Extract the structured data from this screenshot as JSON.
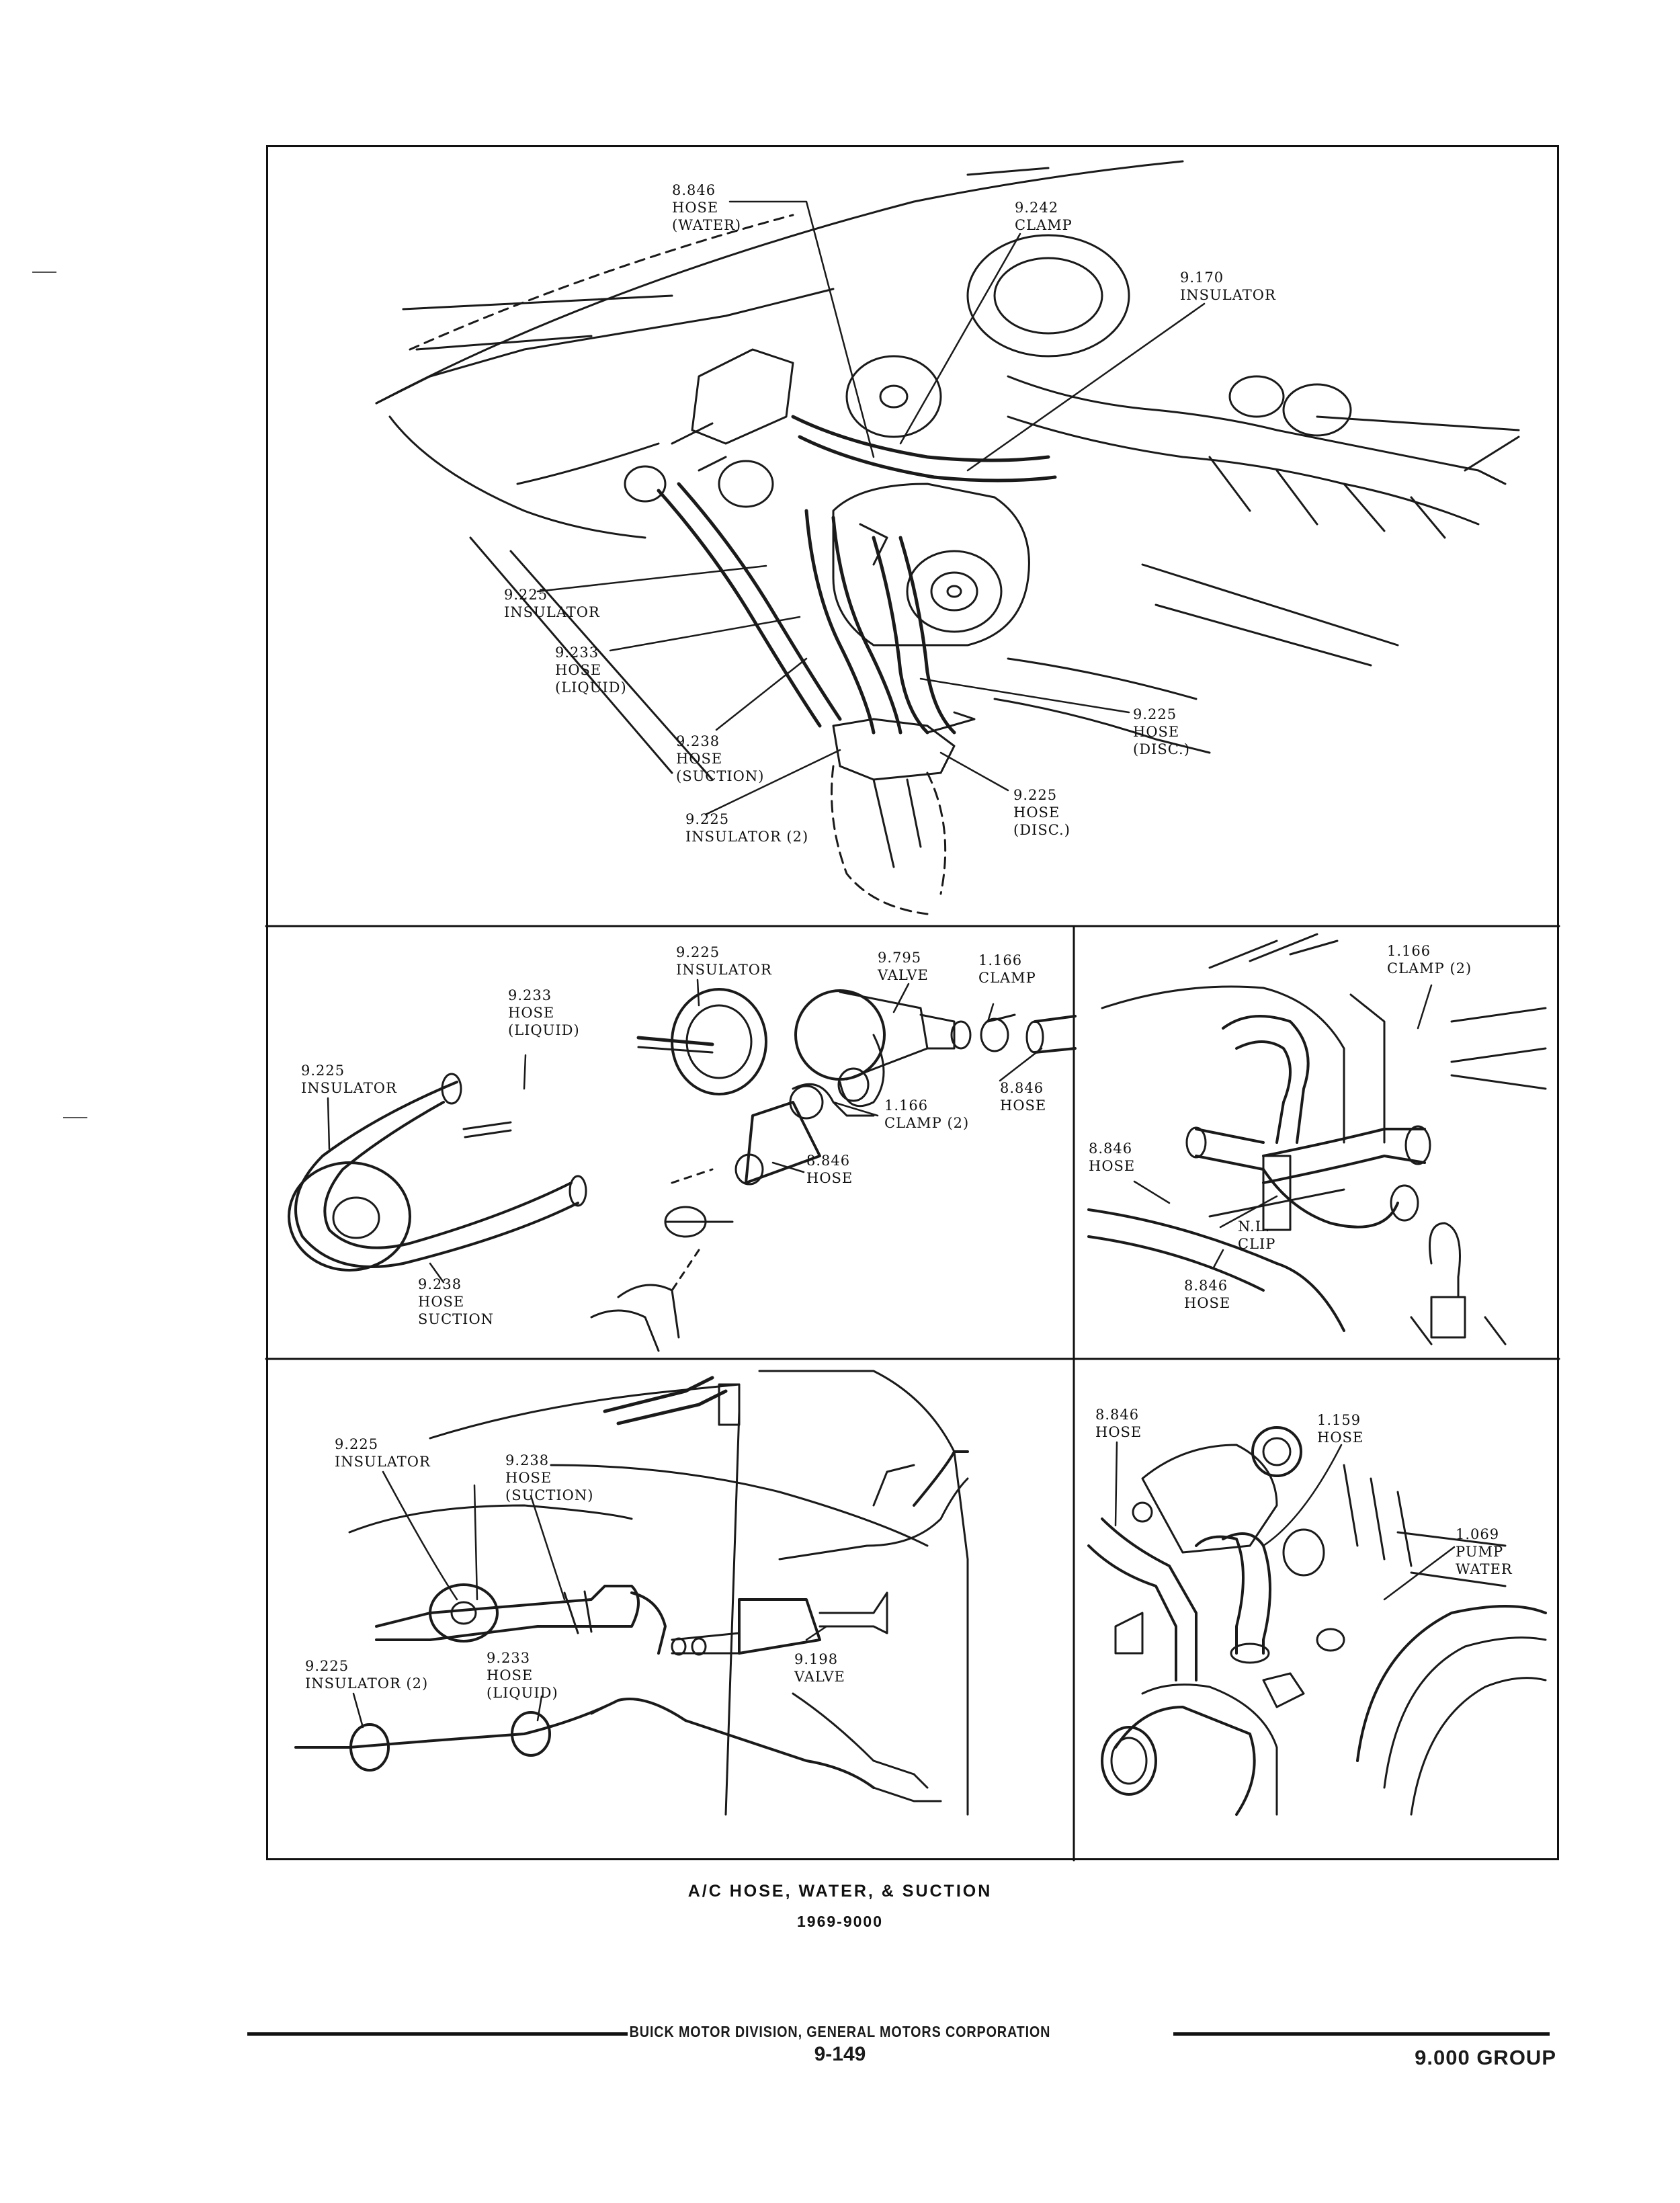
{
  "panels": {
    "top": {
      "labels": [
        "8.846\nHOSE\n(WATER)",
        "9.242\nCLAMP",
        "9.170\nINSULATOR",
        "9.225\nINSULATOR",
        "9.233\nHOSE\n(LIQUID)",
        "9.238\nHOSE\n(SUCTION)",
        "9.225\nINSULATOR (2)",
        "9.225\nHOSE\n(DISC.)",
        "9.225\nHOSE\n(DISC.)"
      ]
    },
    "middle_left": {
      "labels": [
        "9.225\nINSULATOR",
        "9.795\nVALVE",
        "1.166\nCLAMP",
        "9.233\nHOSE\n(LIQUID)",
        "9.225\nINSULATOR",
        "8.846\nHOSE",
        "1.166\nCLAMP (2)",
        "8.846\nHOSE",
        "9.238\nHOSE\nSUCTION"
      ]
    },
    "middle_right": {
      "labels": [
        "1.166\nCLAMP (2)",
        "8.846\nHOSE",
        "N.L.\nCLIP",
        "8.846\nHOSE"
      ]
    },
    "bottom_left": {
      "labels": [
        "9.225\nINSULATOR",
        "9.238\nHOSE\n(SUCTION)",
        "9.198\nVALVE",
        "9.225\nINSULATOR (2)",
        "9.233\nHOSE\n(LIQUID)"
      ]
    },
    "bottom_right": {
      "labels": [
        "8.846\nHOSE",
        "1.159\nHOSE",
        "1.069\nPUMP\nWATER"
      ]
    }
  },
  "caption": {
    "title": "A/C HOSE, WATER, & SUCTION",
    "code": "1969-9000"
  },
  "footer": {
    "division": "BUICK MOTOR DIVISION, GENERAL MOTORS CORPORATION",
    "page": "9-149",
    "group": "9.000 GROUP"
  },
  "colors": {
    "ink": "#111111",
    "paper": "#ffffff"
  }
}
